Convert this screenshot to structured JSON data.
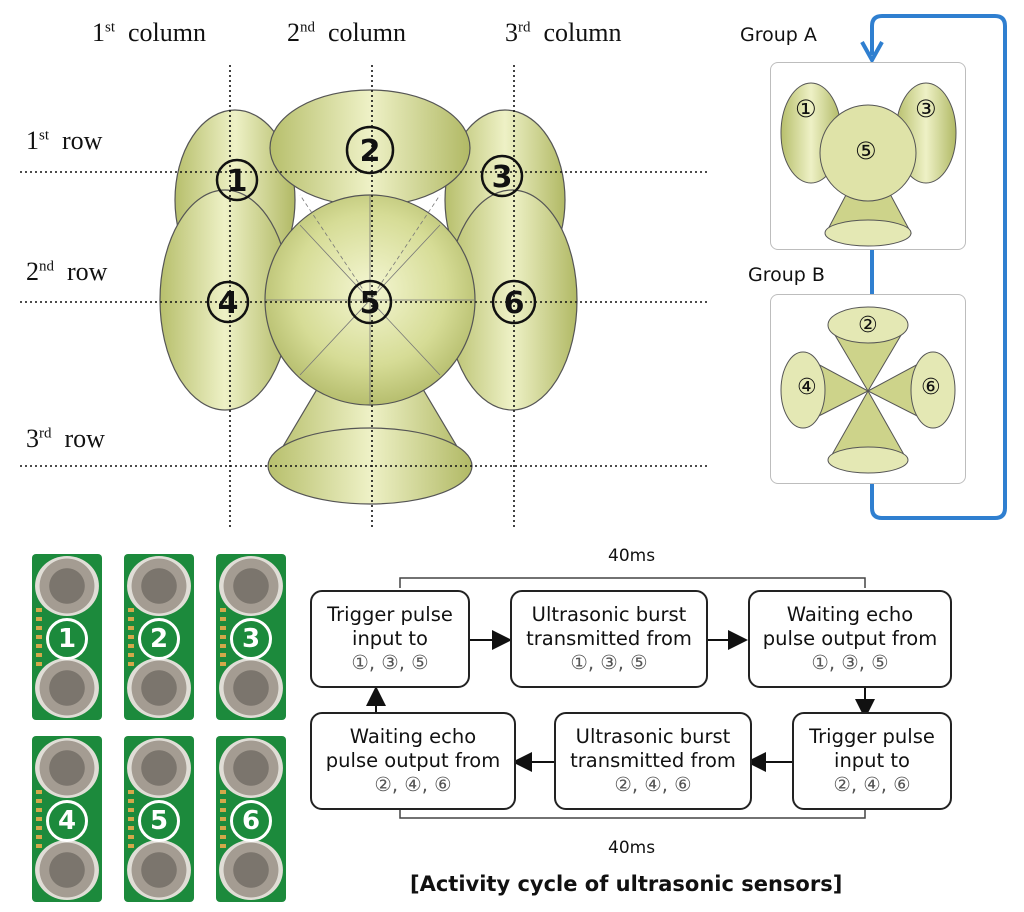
{
  "grid": {
    "columns": [
      {
        "num": "1",
        "sup": "st",
        "word": "column"
      },
      {
        "num": "2",
        "sup": "nd",
        "word": "column"
      },
      {
        "num": "3",
        "sup": "rd",
        "word": "column"
      }
    ],
    "rows": [
      {
        "num": "1",
        "sup": "st",
        "word": "row"
      },
      {
        "num": "2",
        "sup": "nd",
        "word": "row"
      },
      {
        "num": "3",
        "sup": "rd",
        "word": "row"
      }
    ],
    "sensor_numbers": [
      "1",
      "2",
      "3",
      "4",
      "5",
      "6"
    ]
  },
  "groups": {
    "a": {
      "label": "Group A",
      "sensors": [
        "①",
        "③",
        "⑤"
      ]
    },
    "b": {
      "label": "Group B",
      "sensors": [
        "②",
        "④",
        "⑥"
      ]
    }
  },
  "boards": [
    "1",
    "2",
    "3",
    "4",
    "5",
    "6"
  ],
  "cycle": {
    "timing_top": "40ms",
    "timing_bottom": "40ms",
    "boxes": {
      "trigger_a": {
        "line1": "Trigger pulse",
        "line2": "input to",
        "ids": "①, ③, ⑤"
      },
      "burst_a": {
        "line1": "Ultrasonic burst",
        "line2": "transmitted from",
        "ids": "①, ③, ⑤"
      },
      "wait_a": {
        "line1": "Waiting echo",
        "line2": "pulse output from",
        "ids": "①, ③, ⑤"
      },
      "trigger_b": {
        "line1": "Trigger pulse",
        "line2": "input to",
        "ids": "②, ④, ⑥"
      },
      "burst_b": {
        "line1": "Ultrasonic burst",
        "line2": "transmitted from",
        "ids": "②, ④, ⑥"
      },
      "wait_b": {
        "line1": "Waiting echo",
        "line2": "pulse output from",
        "ids": "②, ④, ⑥"
      }
    },
    "caption": "[Activity cycle of ultrasonic sensors]"
  },
  "colors": {
    "cone": "#d8dd9a",
    "cone_dark": "#a9b25a",
    "loop_arrow": "#2f7fd0",
    "board": "#1c8a3c"
  }
}
